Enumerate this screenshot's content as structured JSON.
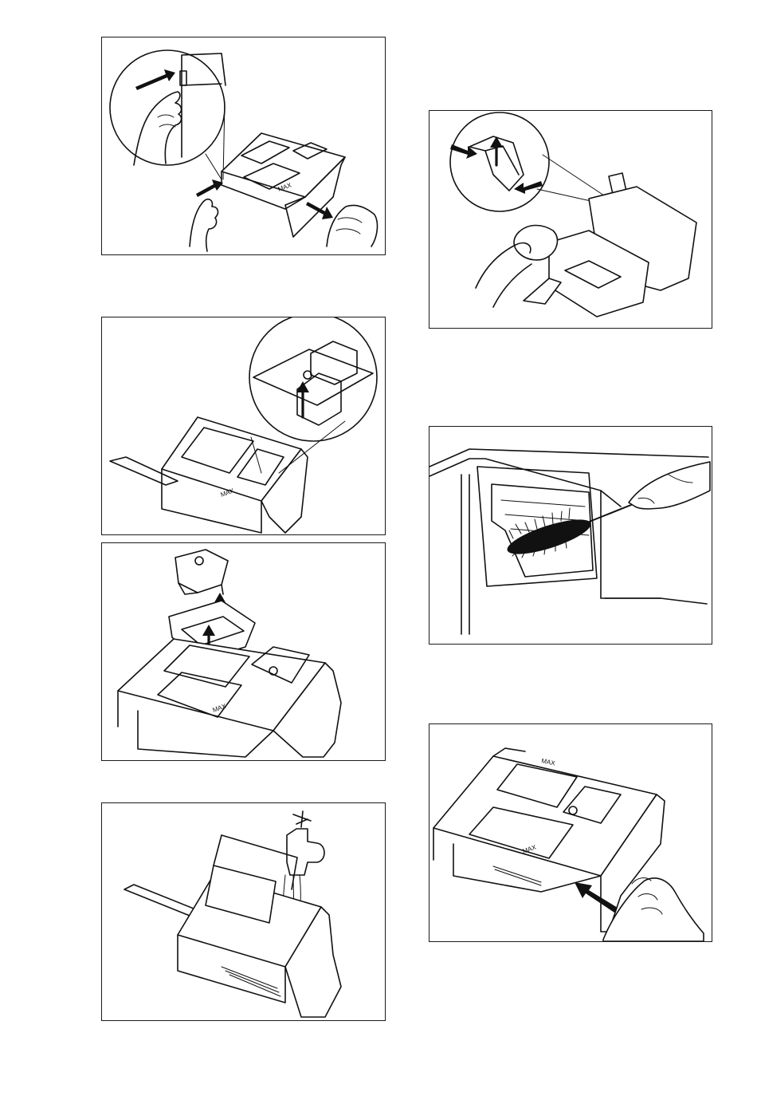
{
  "figures": [
    {
      "id": "fig-1",
      "caption": ""
    },
    {
      "id": "fig-2",
      "caption": ""
    },
    {
      "id": "fig-3",
      "caption": ""
    },
    {
      "id": "fig-4",
      "caption": ""
    },
    {
      "id": "fig-5",
      "caption": ""
    },
    {
      "id": "fig-6",
      "caption": ""
    },
    {
      "id": "fig-7",
      "caption": ""
    }
  ],
  "icons": {
    "fig1": [
      "hand-icon",
      "arrow-icon",
      "dispenser-drawer-icon",
      "magnifier-circle-icon"
    ],
    "fig2": [
      "dispenser-drawer-icon",
      "arrow-up-icon",
      "magnifier-circle-icon",
      "softener-symbol-icon"
    ],
    "fig3": [
      "siphon-cap-icon",
      "arrow-up-icon",
      "dispenser-drawer-icon"
    ],
    "fig4": [
      "water-tap-icon",
      "dispenser-drawer-icon"
    ],
    "fig5": [
      "hand-icon",
      "cloth-icon",
      "dispenser-drawer-icon",
      "magnifier-circle-icon",
      "arrow-icon"
    ],
    "fig6": [
      "hand-icon",
      "brush-icon",
      "drawer-recess-icon"
    ],
    "fig7": [
      "hand-icon",
      "arrow-icon",
      "dispenser-drawer-icon"
    ]
  }
}
